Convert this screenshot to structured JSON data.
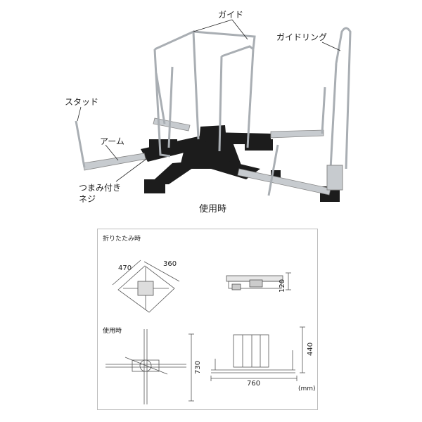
{
  "photo": {
    "labels": {
      "guide": "ガイド",
      "guide_ring": "ガイドリング",
      "stud": "スタッド",
      "arm": "アーム",
      "knob_screw_line1": "つまみ付き",
      "knob_screw_line2": "ネジ"
    },
    "caption": "使用時"
  },
  "drawing": {
    "folded_title": "折りたたみ時",
    "in_use_title": "使用時",
    "dims": {
      "folded_width": "470",
      "folded_depth": "360",
      "folded_height": "120",
      "use_depth": "730",
      "use_height": "440",
      "use_width": "760"
    },
    "unit": "(mm)"
  },
  "colors": {
    "frame": "#1c1c1c",
    "wire": "#a9aeb3",
    "line": "#555555"
  }
}
